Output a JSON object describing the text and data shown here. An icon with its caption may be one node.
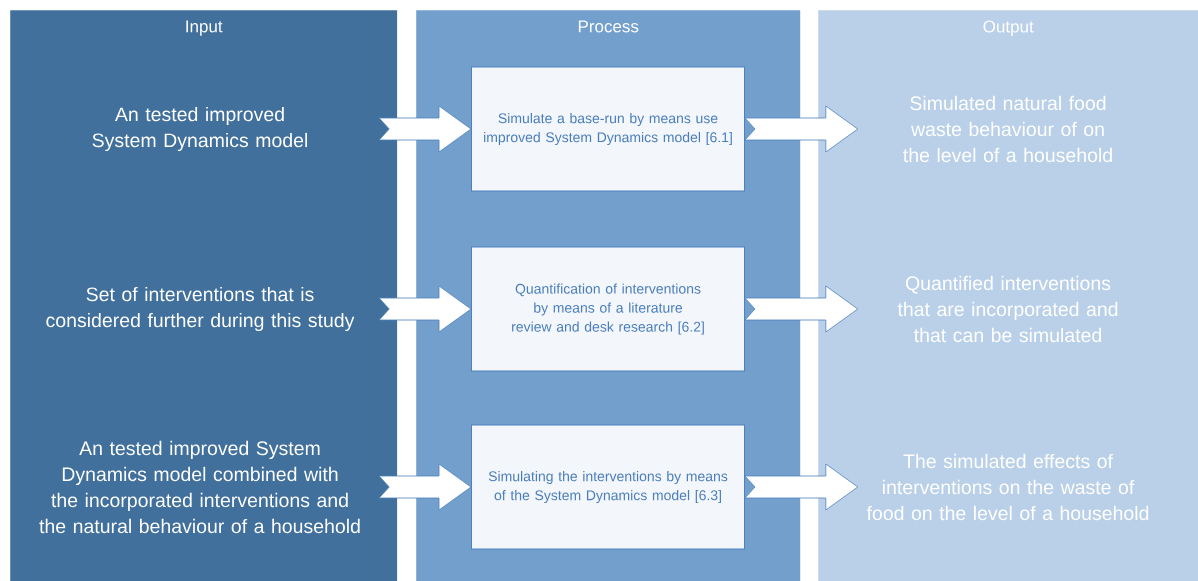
{
  "diagram": {
    "nodes": [
      {
        "text": [
          "Input"
        ]
      },
      {
        "text": [
          "An tested improved System Dynamics model"
        ],
        "in": 0
      },
      {
        "text": [
          "Set of interventions that is considered further during this study"
        ],
        "in": 0
      },
      {
        "text": [
          "An tested improved System Dynamics model combined with the incorporated interventions and the natural behaviour of a household"
        ],
        "in": 0
      },
      {
        "text": [
          "Process"
        ]
      },
      {
        "text": [
          "Simulate a base-run by means use improved System Dynamics model  [6.1]"
        ],
        "in": 4
      },
      {
        "text": [
          "Quantification of interventions by means of a literature review and desk research [6.2]"
        ],
        "in": 4
      },
      {
        "text": [
          "Simulating the interventions by means of the System Dynamics model [6.3]"
        ],
        "in": 4
      },
      {
        "text": [
          "Output"
        ]
      },
      {
        "text": [
          "Simulated natural food waste behaviour of on the level of a household"
        ],
        "in": 8
      },
      {
        "text": [
          "Quantified interventions that are incorporated and that can be simulated"
        ],
        "in": 8
      },
      {
        "text": [
          "The simulated effects of interventions on the waste of food on the level of a household"
        ],
        "in": 8
      }
    ],
    "edges": [
      {
        "from": 1,
        "to": 5,
        "arrow": "to"
      },
      {
        "from": 5,
        "to": 9,
        "arrow": "to"
      },
      {
        "from": 2,
        "to": 6,
        "arrow": "to"
      },
      {
        "from": 6,
        "to": 10,
        "arrow": "to"
      },
      {
        "from": 3,
        "to": 7,
        "arrow": "to"
      },
      {
        "from": 7,
        "to": 11,
        "arrow": "to"
      }
    ]
  }
}
